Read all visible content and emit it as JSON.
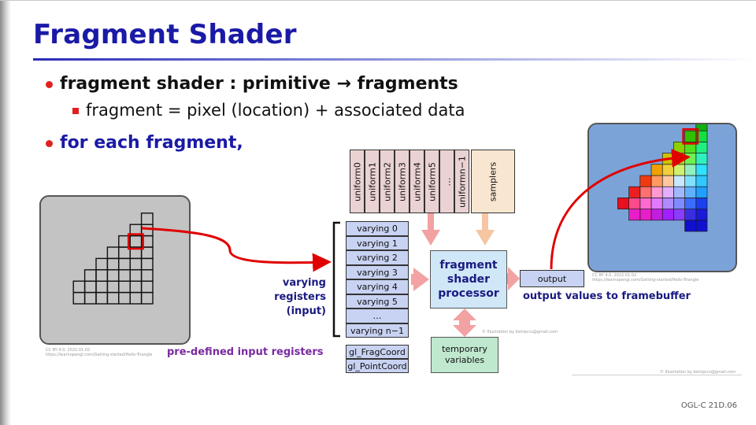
{
  "slide": {
    "title": "Fragment Shader",
    "bullet1_a": "fragment shader : primitive",
    "bullet1_arrow": "→",
    "bullet1_b": "fragments",
    "sub1": "fragment = pixel (location) + associated data",
    "bullet2": "for each fragment,"
  },
  "diagram": {
    "uniforms": [
      "uniform0",
      "uniform1",
      "uniform2",
      "uniform3",
      "uniform4",
      "uniform5",
      "…",
      "uniformn−1"
    ],
    "samplers": "samplers",
    "varyings": [
      "varying 0",
      "varying 1",
      "varying 2",
      "varying 3",
      "varying 4",
      "varying 5",
      "…",
      "varying n−1"
    ],
    "predefined": [
      "gl_FragCoord",
      "gl_PointCoord"
    ],
    "processor_line1": "fragment",
    "processor_line2": "shader",
    "processor_line3": "processor",
    "temporary_line1": "temporary",
    "temporary_line2": "variables",
    "output": "output",
    "varying_label_line1": "varying registers",
    "varying_label_line2": "(input)",
    "predefined_label": "pre-defined input registers",
    "output_label": "output values to framebuffer",
    "credit_center": "© Illustration by bstripcru@gmail.com",
    "credit_right": "© Illustration by bstripcru@gmail.com",
    "cc_left_1": "CC BY 4.0, 2022.01.02",
    "cc_left_2": "https://learnopengl.com/Getting-started/Hello-Triangle",
    "cc_right_1": "CC BY 4.0, 2022.01.02",
    "cc_right_2": "https://learnopengl.com/Getting-started/Hello-Triangle"
  },
  "footer": "OGL-C 21D.06"
}
